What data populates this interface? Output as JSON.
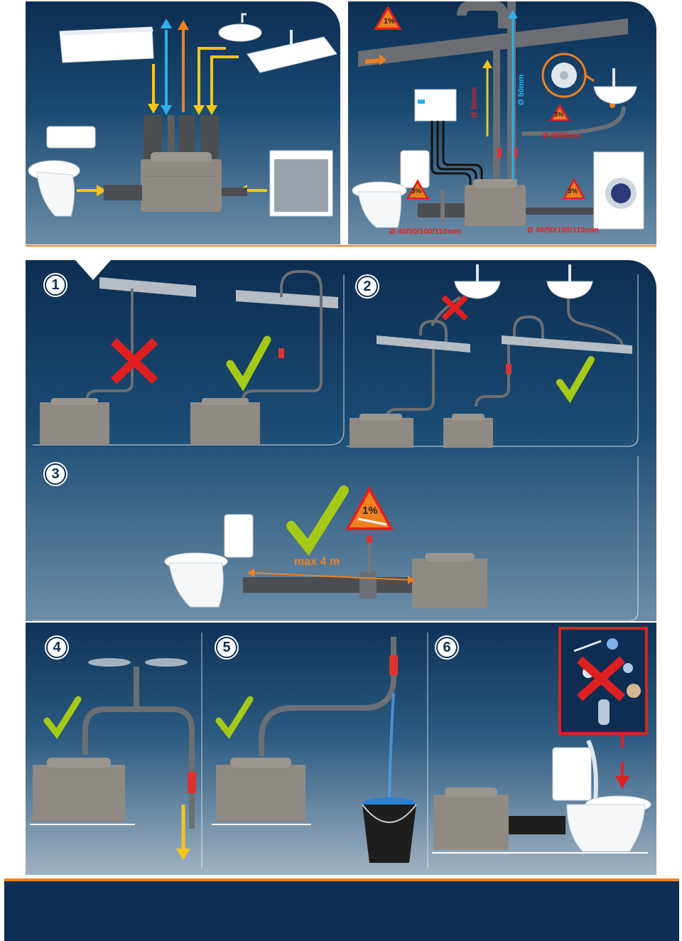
{
  "colors": {
    "navy": "#0d2e52",
    "orange": "#f08020",
    "yellow": "#f5c518",
    "cyan": "#2fb0e8",
    "red": "#e02020",
    "green": "#a6c916",
    "pipe": "#6b6f73",
    "tank": "#8f8a84"
  },
  "top_right": {
    "slope_1pct": "1%",
    "slope_3pct_a": "3%",
    "slope_3pct_b": "3%",
    "slope_3pct_c": "3%",
    "dia_vertical_a": "Ø 50mm",
    "dia_vertical_b": "Ø 50mm",
    "dia_sink": "Ø 40/50mm",
    "dia_left": "Ø 40/50/100/110mm",
    "dia_right": "Ø 40/50/100/110mm"
  },
  "steps": {
    "s1": "1",
    "s2": "2",
    "s3": "3",
    "s4": "4",
    "s5": "5",
    "s6": "6"
  },
  "step3": {
    "distance": "max 4 m",
    "slope": "1%"
  },
  "icons": [
    "cross-icon",
    "check-icon",
    "arrow-icon",
    "warning-triangle-icon"
  ]
}
